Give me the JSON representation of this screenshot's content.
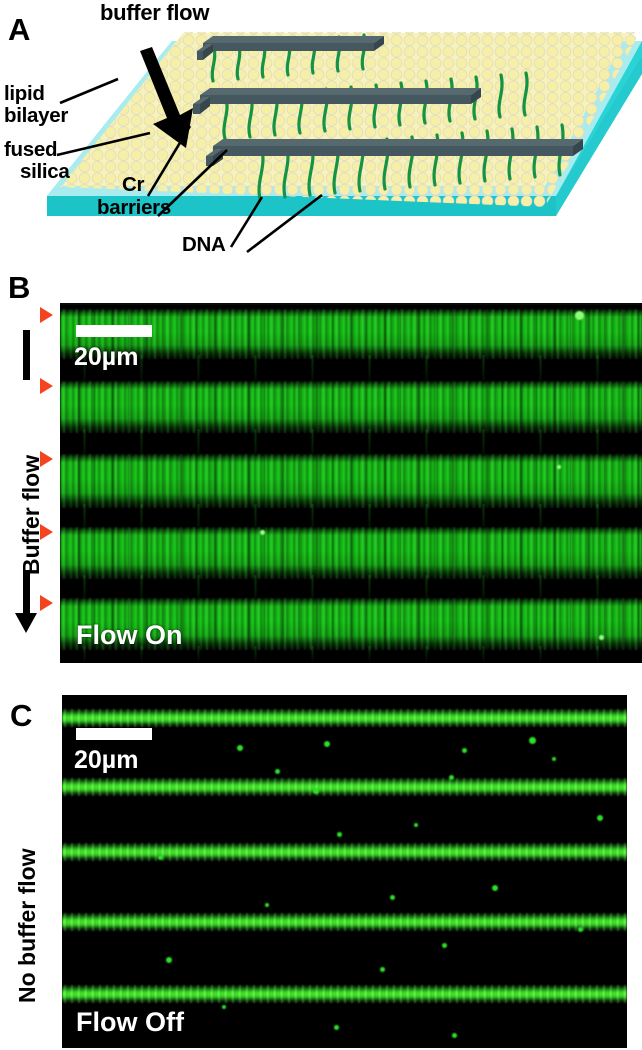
{
  "figure": {
    "panels": [
      {
        "letter": "A",
        "type": "schematic"
      },
      {
        "letter": "B",
        "type": "micrograph"
      },
      {
        "letter": "C",
        "type": "micrograph"
      }
    ]
  },
  "panelA": {
    "letter": "A",
    "title": "buffer flow",
    "labels": {
      "lipid_bilayer_line1": "lipid",
      "lipid_bilayer_line2": "bilayer",
      "fused_silica_line1": "fused",
      "fused_silica_line2": "silica",
      "cr_barriers_line1": "Cr",
      "cr_barriers_line2": "barriers",
      "dna": "DNA"
    },
    "colors": {
      "fused_silica": "#2ad3d6",
      "fused_silica_light": "#a8ecef",
      "lipid_bilayer": "#f7f2b8",
      "lipid_head": "#f5efa8",
      "cr_barrier_top": "#46585f",
      "cr_barrier_face": "#5d727a",
      "dna_strand": "#159245",
      "arrow": "#000000"
    },
    "barrier_count": 3,
    "dna_per_barrier": [
      7,
      14,
      18
    ]
  },
  "panelB": {
    "letter": "B",
    "flow_label": "Buffer flow",
    "state_label": "Flow On",
    "scale_text": "20µm",
    "scale_bar_um": 20,
    "arrowhead_count": 5,
    "arrowhead_color": "#f4441f",
    "band_count": 5,
    "band_description": "extended DNA molecules stretched by buffer flow",
    "background_color": "#000000",
    "dna_color": "#15c415"
  },
  "panelC": {
    "letter": "C",
    "flow_label": "No buffer flow",
    "state_label": "Flow Off",
    "scale_text": "20µm",
    "scale_bar_um": 20,
    "band_count": 5,
    "band_description": "DNA collapsed into thin lines at the Cr barriers",
    "background_color": "#000000",
    "dna_color": "#55ff33"
  }
}
